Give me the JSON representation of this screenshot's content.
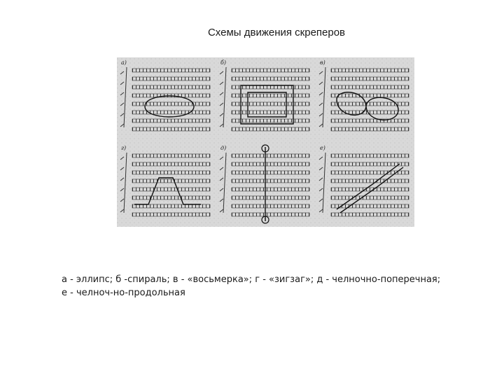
{
  "slide": {
    "title": "Схемы движения скреперов"
  },
  "figure": {
    "panels": [
      {
        "label": "а)",
        "scheme": "ellipse"
      },
      {
        "label": "б)",
        "scheme": "spiral"
      },
      {
        "label": "в)",
        "scheme": "figure-eight"
      },
      {
        "label": "г)",
        "scheme": "zigzag"
      },
      {
        "label": "д)",
        "scheme": "shuttle-transverse"
      },
      {
        "label": "е)",
        "scheme": "shuttle-longitudinal"
      }
    ]
  },
  "caption": {
    "line1": "а - эллипс; б -спираль; в - «восьмерка»; г - «зигзаг»; д - челночно-поперечная;",
    "line2": "е - челноч-но-продольная"
  }
}
